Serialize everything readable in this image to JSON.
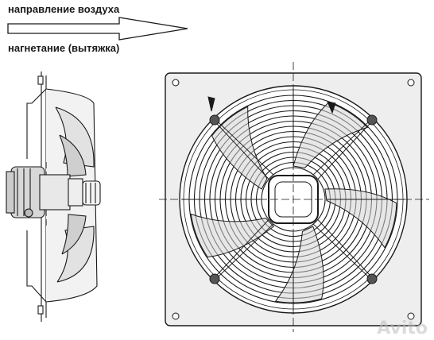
{
  "labels": {
    "air_direction": "направление воздуха",
    "mode": "нагнетание (вытяжка)"
  },
  "watermark": "Avito",
  "colors": {
    "line": "#1a1a1a",
    "panel_fill": "#eeeeee",
    "side_fill": "#d8d8d8"
  }
}
